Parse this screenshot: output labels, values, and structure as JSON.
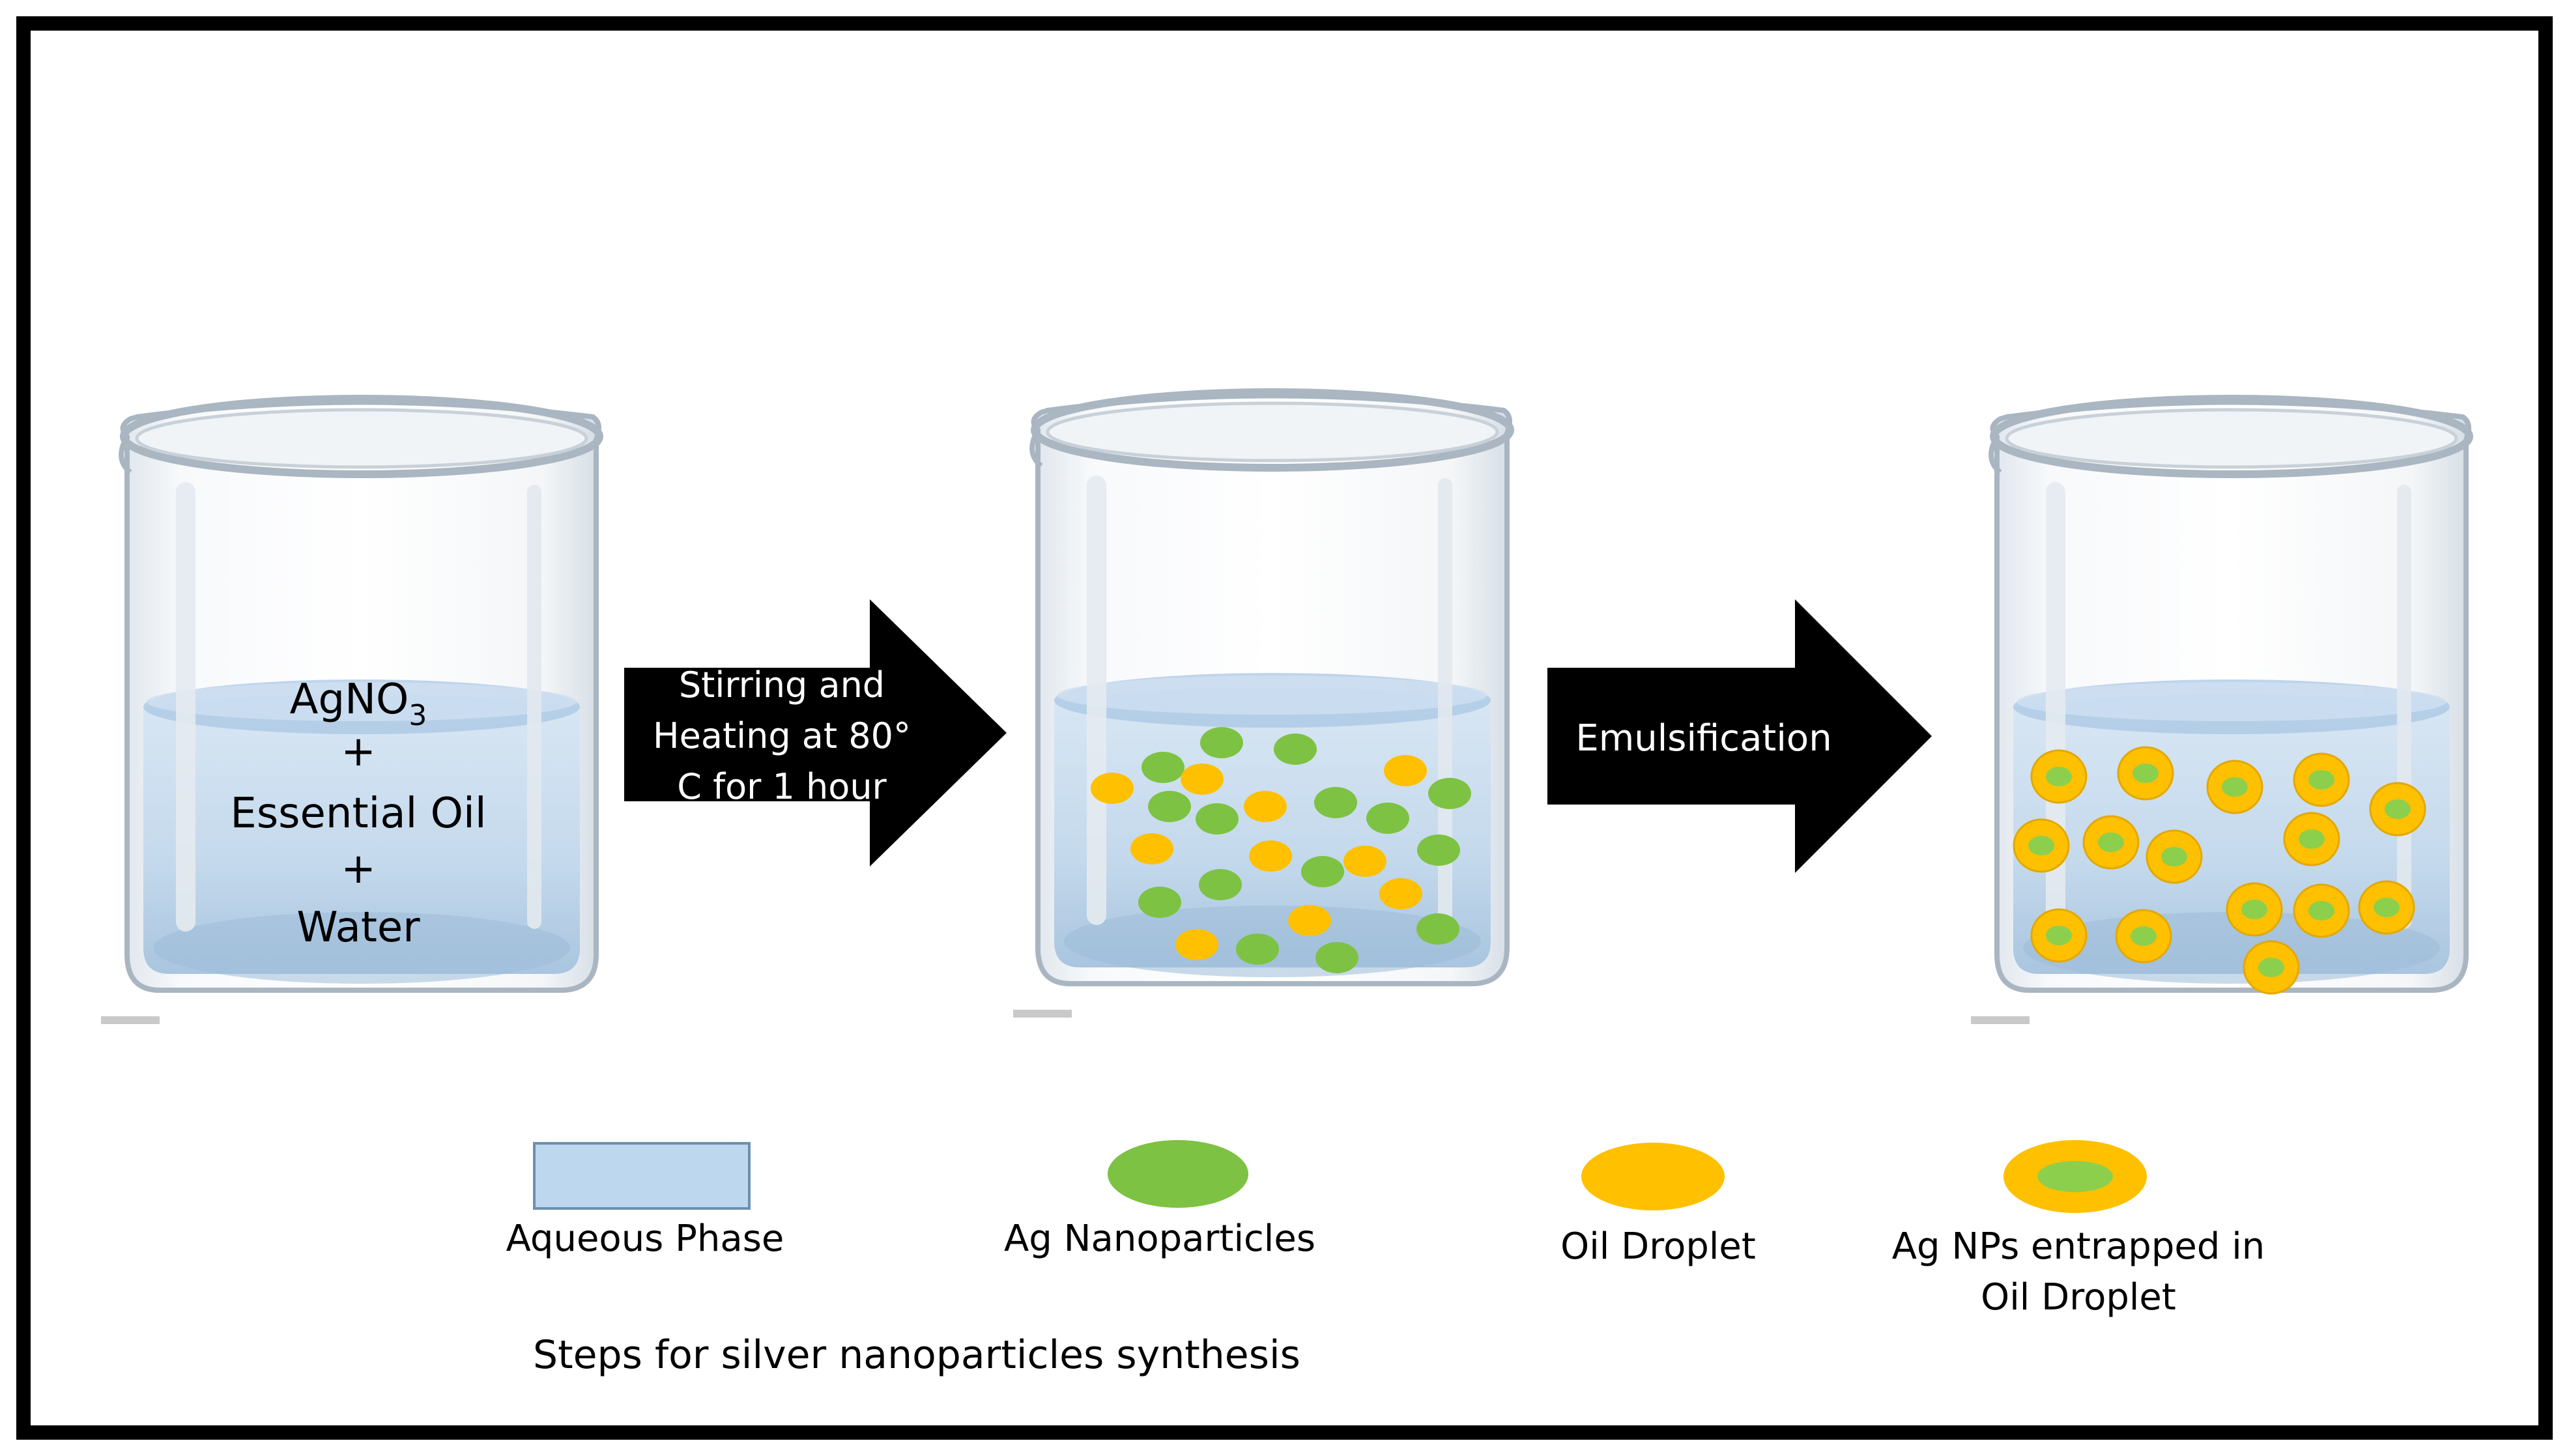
{
  "beaker1": {
    "formula_base": "AgNO",
    "formula_sub": "3",
    "plus1": "+",
    "line2": "Essential Oil",
    "plus2": "+",
    "line3": "Water"
  },
  "arrow1": {
    "lines": [
      "Stirring and",
      "Heating at 80°",
      "C for 1 hour"
    ]
  },
  "arrow2": {
    "label": "Emulsification"
  },
  "legend": {
    "aqueous_phase": "Aqueous Phase",
    "ag_nanoparticles": "Ag Nanoparticles",
    "oil_droplet": "Oil Droplet",
    "entrapped_line1": "Ag NPs entrapped in",
    "entrapped_line2": "Oil Droplet"
  },
  "caption": "Steps for silver nanoparticles synthesis",
  "colors": {
    "border": "#000000",
    "arrow": "#000000",
    "arrow_text": "#ffffff",
    "water": "#bcd5ef",
    "aqueous_swatch": "#bdd7ee",
    "ag_green": "#7dc242",
    "oil_orange": "#ffc000",
    "entrapped_green": "#8ccf4d",
    "glass_stroke": "#a9b6c2"
  }
}
